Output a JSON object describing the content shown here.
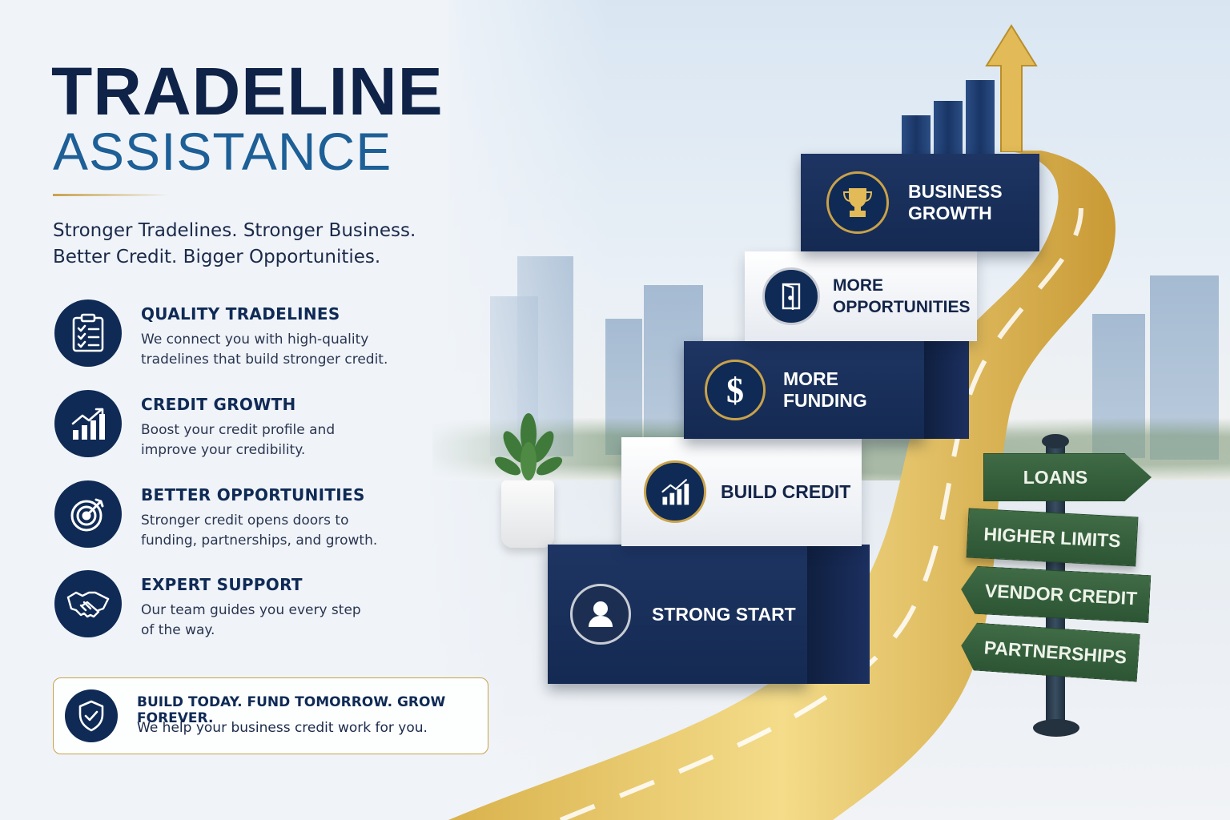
{
  "title_line1": "TRADELINE",
  "title_line2": "ASSISTANCE",
  "tagline_line1": "Stronger Tradelines. Stronger Business.",
  "tagline_line2": "Better Credit. Bigger Opportunities.",
  "features": [
    {
      "title": "QUALITY TRADELINES",
      "line1": "We connect you with high-quality",
      "line2": "tradelines that build stronger credit.",
      "icon": "clipboard-checklist-icon"
    },
    {
      "title": "CREDIT GROWTH",
      "line1": "Boost your credit profile and",
      "line2": "improve your credibility.",
      "icon": "growth-chart-icon"
    },
    {
      "title": "BETTER OPPORTUNITIES",
      "line1": "Stronger credit opens doors to",
      "line2": "funding, partnerships, and growth.",
      "icon": "target-icon"
    },
    {
      "title": "EXPERT SUPPORT",
      "line1": "Our team guides you every step",
      "line2": "of the way.",
      "icon": "handshake-icon"
    }
  ],
  "callout": {
    "heading": "BUILD TODAY. FUND TOMORROW. GROW FOREVER.",
    "text": "We help your business credit work for you.",
    "icon": "shield-check-icon"
  },
  "steps": [
    {
      "line1": "STRONG START",
      "line2": "",
      "icon": "user-icon"
    },
    {
      "line1": "BUILD CREDIT",
      "line2": "",
      "icon": "growth-chart-icon"
    },
    {
      "line1": "MORE",
      "line2": "FUNDING",
      "icon": "dollar-icon"
    },
    {
      "line1": "MORE",
      "line2": "OPPORTUNITIES",
      "icon": "door-icon"
    },
    {
      "line1": "BUSINESS",
      "line2": "GROWTH",
      "icon": "trophy-icon"
    }
  ],
  "signs": [
    "LOANS",
    "HIGHER LIMITS",
    "VENDOR CREDIT",
    "PARTNERSHIPS"
  ],
  "colors": {
    "navy": "#0f2a55",
    "blue": "#1d5f96",
    "gold": "#c9a24a",
    "green": "#3f6b45"
  }
}
